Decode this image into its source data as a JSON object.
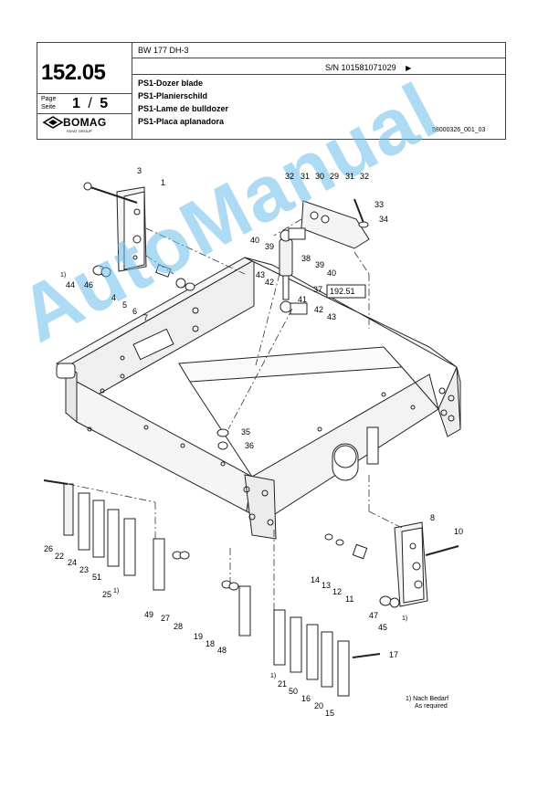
{
  "header": {
    "part_number": "152.05",
    "model": "BW 177 DH-3",
    "serial": "S/N 101581071029",
    "page_label": "Page",
    "seite_label": "Seite",
    "page_current": "1",
    "page_sep": "/",
    "page_total": "5",
    "logo_text": "BOMAG",
    "logo_sub": "FAYAT GROUP",
    "titles": [
      "PS1-Dozer blade",
      "PS1-Planierschild",
      "PS1-Lame de bulldozer",
      "PS1-Placa aplanadora"
    ],
    "doc_id": "58000326_001_03"
  },
  "callouts": {
    "c3": "3",
    "c1": "1",
    "c44": "44",
    "c46": "46",
    "c44n": "1)",
    "c4": "4",
    "c5": "5",
    "c6": "6",
    "c7": "7",
    "c32a": "32",
    "c31a": "31",
    "c30": "30",
    "c29": "29",
    "c31b": "31",
    "c32b": "32",
    "c33": "33",
    "c34": "34",
    "c40a": "40",
    "c39a": "39",
    "c38": "38",
    "c39b": "39",
    "c40b": "40",
    "c43a": "43",
    "c42a": "42",
    "c37": "37",
    "c41": "41",
    "c42b": "42",
    "c43b": "43",
    "ref": "192.51",
    "c35": "35",
    "c36": "36",
    "c26": "26",
    "c22": "22",
    "c24": "24",
    "c23": "23",
    "c51": "51",
    "c25": "25",
    "c25n": "1)",
    "c49": "49",
    "c27": "27",
    "c28": "28",
    "c19": "19",
    "c18": "18",
    "c48": "48",
    "c14": "14",
    "c13": "13",
    "c12": "12",
    "c11": "11",
    "c8": "8",
    "c10": "10",
    "c47": "47",
    "c45": "45",
    "c45n": "1)",
    "c21": "21",
    "c21n": "1)",
    "c50": "50",
    "c16": "16",
    "c20": "20",
    "c15": "15",
    "c17": "17"
  },
  "footnote": {
    "line1": "1) Nach Bedarf",
    "line2": "As required"
  },
  "watermark": "AutoManual"
}
